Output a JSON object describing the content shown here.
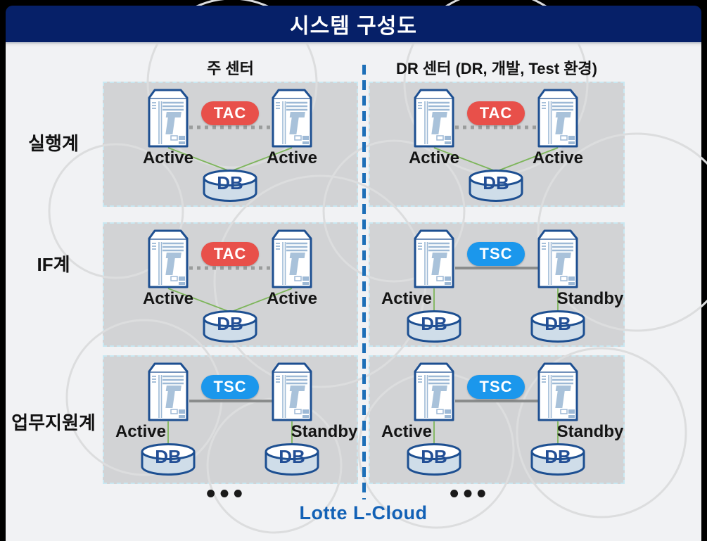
{
  "title": "시스템 구성도",
  "columns": {
    "main": "주 센터",
    "dr": "DR 센터 (DR, 개발, Test 환경)"
  },
  "rows": [
    {
      "label": "실행계"
    },
    {
      "label": "IF계"
    },
    {
      "label": "업무지원계"
    }
  ],
  "cells": [
    {
      "row": "실행계",
      "center": "주 센터",
      "link": "TAC",
      "left_state": "Active",
      "right_state": "Active",
      "db": "DB"
    },
    {
      "row": "실행계",
      "center": "DR 센터 (DR, 개발, Test 환경)",
      "link": "TAC",
      "left_state": "Active",
      "right_state": "Active",
      "db": "DB"
    },
    {
      "row": "IF계",
      "center": "주 센터",
      "link": "TAC",
      "left_state": "Active",
      "right_state": "Active",
      "db": "DB"
    },
    {
      "row": "IF계",
      "center": "DR 센터 (DR, 개발, Test 환경)",
      "link": "TSC",
      "left_state": "Active",
      "right_state": "Standby",
      "db_left": "DB",
      "db_right": "DB"
    },
    {
      "row": "업무지원계",
      "center": "주 센터",
      "link": "TSC",
      "left_state": "Active",
      "right_state": "Standby",
      "db_left": "DB",
      "db_right": "DB"
    },
    {
      "row": "업무지원계",
      "center": "DR 센터 (DR, 개발, Test 환경)",
      "link": "TSC",
      "left_state": "Active",
      "right_state": "Standby",
      "db_left": "DB",
      "db_right": "DB"
    }
  ],
  "footer": {
    "ellipsis_left": "•••",
    "ellipsis_right": "•••",
    "brand": "Lotte L-Cloud"
  },
  "colors": {
    "header_bg": "#062068",
    "tac_red": "#e8504a",
    "tsc_blue": "#1b97ec",
    "server_outline": "#1d4f91",
    "db_text": "#234f96",
    "replication_green": "#7db55a",
    "divider_blue": "#1d6fb8",
    "brand_blue": "#1261b6",
    "cell_bg": "#d2d3d5"
  },
  "icons": {
    "server": "tibero-server-icon",
    "database": "database-cylinder-icon"
  }
}
